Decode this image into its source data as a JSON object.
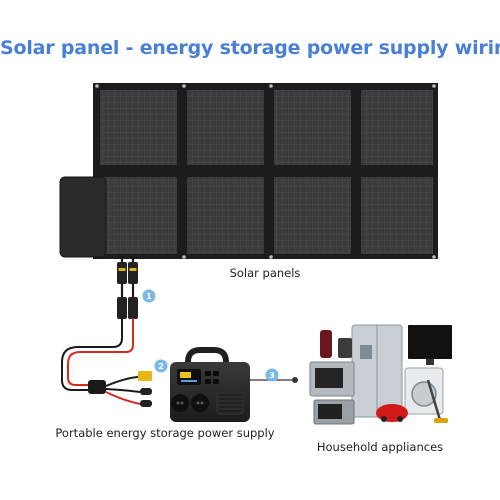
{
  "title": "Solar panel - energy storage power supply wiring",
  "captions": {
    "solar_panels": "Solar panels",
    "power_supply": "Portable energy storage power supply",
    "appliances": "Household appliances"
  },
  "steps": [
    "1",
    "2",
    "3"
  ],
  "colors": {
    "title": "#4a7fd6",
    "badge": "#7ab8e8",
    "panel_cell": "#3a3a3c",
    "panel_frame": "#1c1c1e",
    "cable_red": "#d9281e",
    "cable_black": "#1a1a1a",
    "connector_yellow": "#e8b717"
  },
  "icons": [
    "solar-panel-icon",
    "power-station-icon",
    "mc4-connector-icon",
    "appliance-group-icon"
  ]
}
